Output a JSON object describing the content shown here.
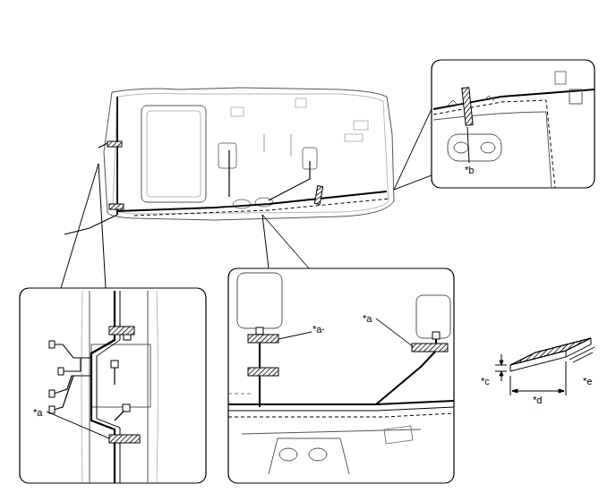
{
  "diagram": {
    "labels": [
      "*b",
      "*a",
      "*a",
      "*c",
      "*d",
      "*e",
      "*a"
    ]
  }
}
